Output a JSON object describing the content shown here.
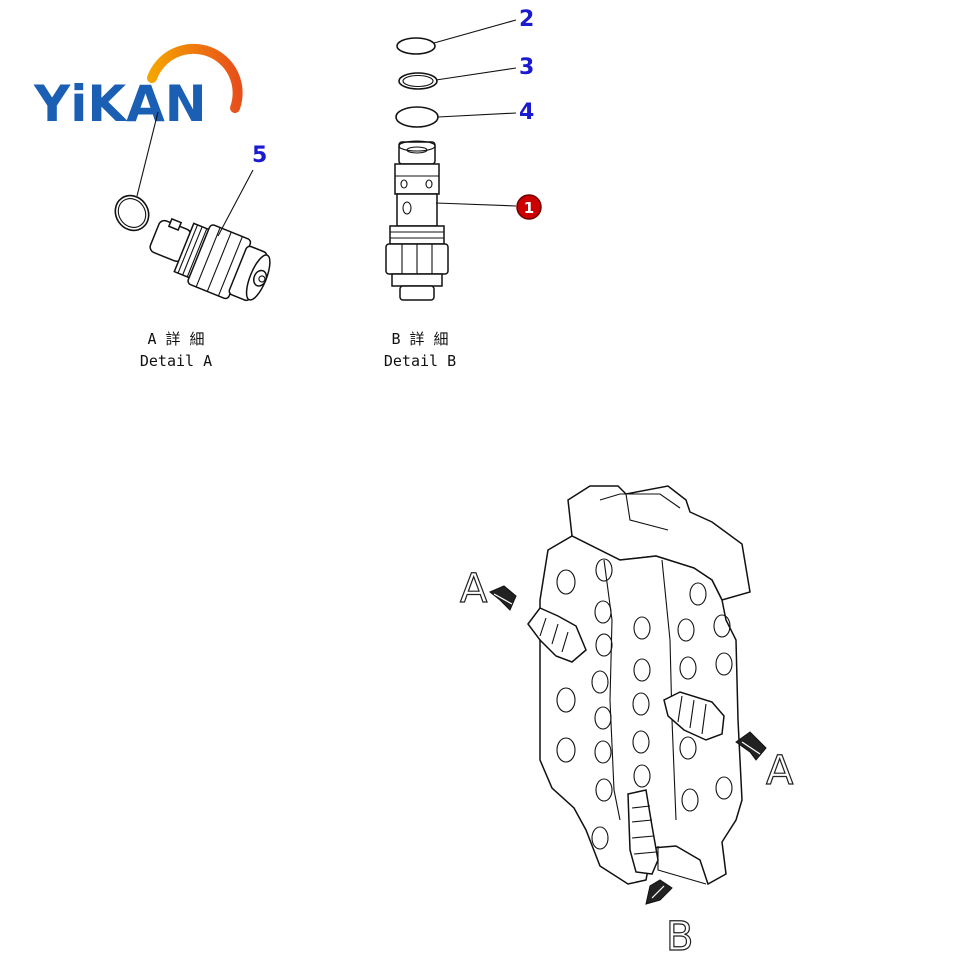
{
  "logo": {
    "text": "YiKAN",
    "text_color": "#1a5fb4",
    "arc_color_start": "#f5a300",
    "arc_color_end": "#e8501a"
  },
  "callouts": [
    {
      "id": "2",
      "label": "2"
    },
    {
      "id": "3",
      "label": "3"
    },
    {
      "id": "4",
      "label": "4"
    },
    {
      "id": "5",
      "label": "5"
    },
    {
      "id": "1",
      "label": "1",
      "badge_color": "#cc0000"
    }
  ],
  "details": {
    "a": {
      "line1": "A 詳 細",
      "line2": "Detail A"
    },
    "b": {
      "line1": "B 詳 細",
      "line2": "Detail B"
    }
  },
  "view_markers": {
    "a_left": "A",
    "a_right": "A",
    "b_bottom": "B"
  },
  "callout_color": "#1a1ad0"
}
